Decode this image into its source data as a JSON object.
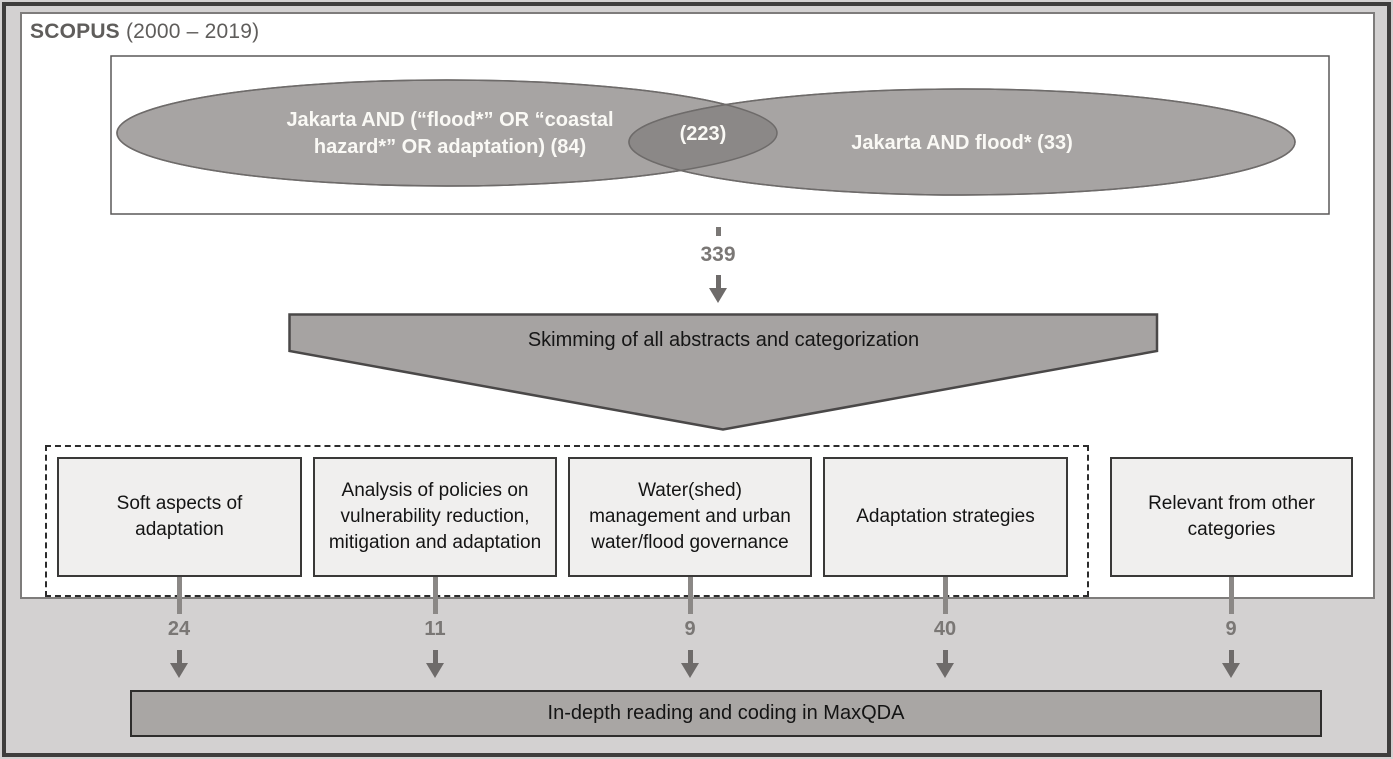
{
  "header": {
    "source": "SCOPUS",
    "period": "(2000 – 2019)"
  },
  "venn": {
    "left_query": "Jakarta AND (“flood*” OR “coastal hazard*” OR adaptation) (84)",
    "intersection_count": "(223)",
    "right_query": "Jakarta AND flood* (33)"
  },
  "flow": {
    "total_records": "339",
    "skimming_step": "Skimming of all abstracts and categorization"
  },
  "categories": [
    {
      "label": "Soft aspects of adaptation",
      "count": "24"
    },
    {
      "label": "Analysis of policies on vulnerability reduction, mitigation and adaptation",
      "count": "11"
    },
    {
      "label": "Water(shed) management and urban water/flood governance",
      "count": "9"
    },
    {
      "label": "Adaptation strategies",
      "count": "40"
    },
    {
      "label": "Relevant from other categories",
      "count": "9"
    }
  ],
  "final_step": "In-depth reading and coding in MaxQDA",
  "colors": {
    "page_background": "#d3d1d1",
    "panel_background": "#ffffff",
    "ellipse_fill": "#a7a4a3",
    "intersection_fill": "#8b8887",
    "funnel_fill": "#a6a3a2",
    "category_box_fill": "#f0efee",
    "final_bar_fill": "#a9a6a4",
    "muted_number_gray": "#7a7775",
    "arrow_gray": "#6e6b6a",
    "frame_border": "#3e3d3c"
  }
}
